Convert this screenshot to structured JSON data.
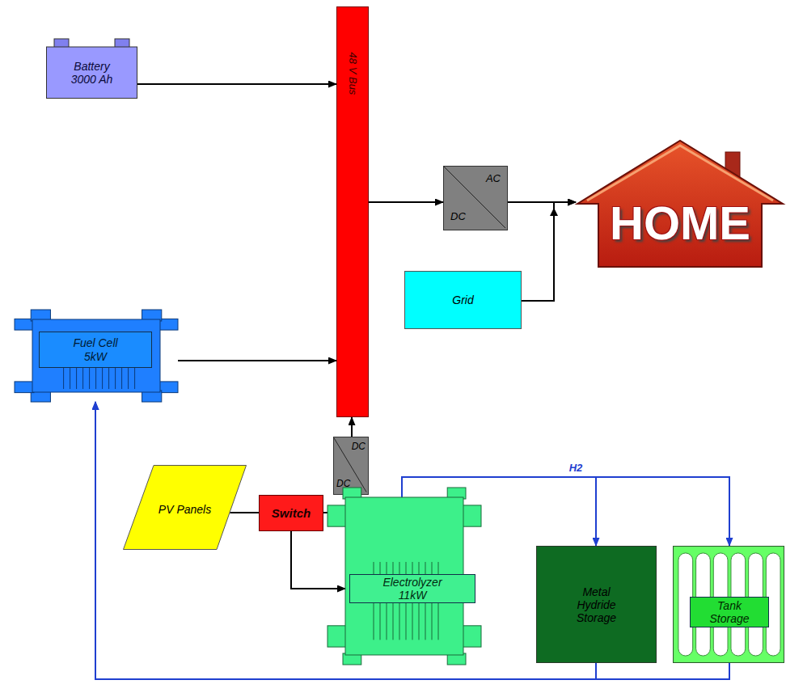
{
  "diagram": {
    "nodes": [
      {
        "text": [
          "Battery 3000 Ah"
        ]
      },
      {
        "text": [
          "48 V Bus"
        ]
      },
      {
        "text": [
          "AC",
          "DC"
        ]
      },
      {
        "text": [
          "HOME"
        ]
      },
      {
        "text": [
          "Grid"
        ]
      },
      {
        "text": [
          "Fuel Cell 5kW"
        ]
      },
      {
        "text": [
          "DC",
          "DC"
        ]
      },
      {
        "text": [
          "PV Panels"
        ]
      },
      {
        "text": [
          "Switch"
        ]
      },
      {
        "text": [
          "Electrolyzer 11kW"
        ]
      },
      {
        "text": [
          "Metal Hydride Storage"
        ]
      },
      {
        "text": [
          "Tank Storage"
        ]
      }
    ],
    "edges": [
      {
        "from": 0,
        "to": 1,
        "arrow": "to"
      },
      {
        "from": 1,
        "to": 2,
        "arrow": "to"
      },
      {
        "from": 2,
        "to": 3,
        "arrow": "to"
      },
      {
        "from": 4,
        "to": 3,
        "arrow": "to"
      },
      {
        "from": 5,
        "to": 1,
        "arrow": "to"
      },
      {
        "from": 6,
        "to": 1,
        "arrow": "to"
      },
      {
        "from": 7,
        "to": 8,
        "arrow": "none"
      },
      {
        "from": 8,
        "to": 6,
        "arrow": "none"
      },
      {
        "from": 8,
        "to": 9,
        "arrow": "to"
      },
      {
        "from": 9,
        "to": 10,
        "label": "H2",
        "arrow": "to"
      },
      {
        "from": 9,
        "to": 11,
        "arrow": "to"
      },
      {
        "from": 10,
        "to": 5,
        "arrow": "to"
      },
      {
        "from": 11,
        "to": 5,
        "arrow": "to"
      }
    ]
  }
}
